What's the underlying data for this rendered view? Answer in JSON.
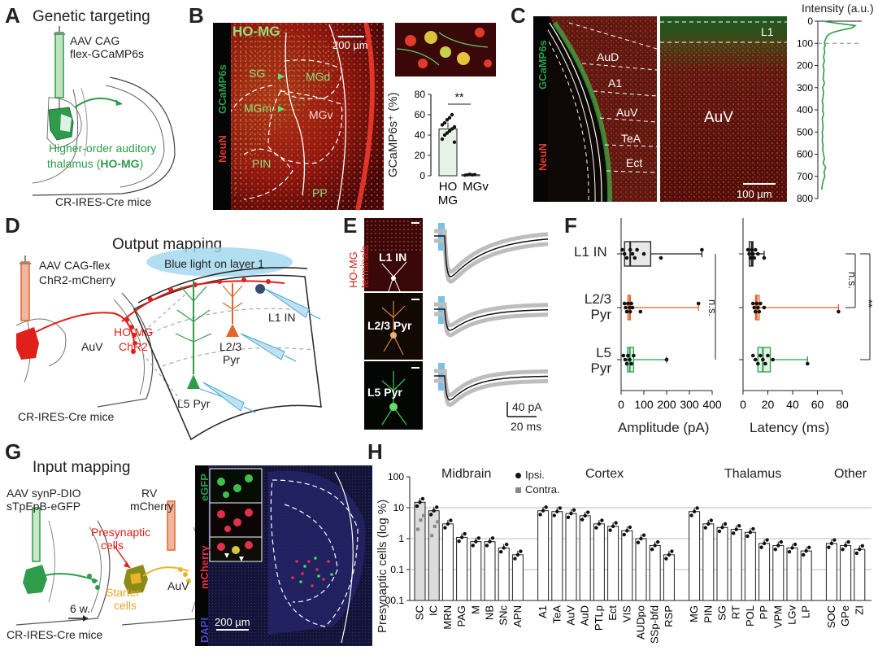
{
  "panel_letters": {
    "A": "A",
    "B": "B",
    "C": "C",
    "D": "D",
    "E": "E",
    "F": "F",
    "G": "G",
    "H": "H"
  },
  "panelA": {
    "title": "Genetic targeting",
    "virus_line1": "AAV CAG",
    "virus_line2": "flex-GCaMP6s",
    "target_line1": "Higher-order auditory",
    "target_line2_pre": "thalamus (",
    "target_line2_bold": "HO-MG",
    "target_line2_post": ")",
    "mouse": "CR-IRES-Cre mice",
    "colors": {
      "green": "#2e9c4a"
    }
  },
  "panelB": {
    "image_title": "HO-MG",
    "scale": "200 µm",
    "regions": [
      "SG",
      "MGd",
      "MGm",
      "MGv",
      "PIN",
      "PP"
    ],
    "side_label_top": "GCaMP6s",
    "side_label_bottom": "NeuN",
    "sig": "**"
  },
  "panelC": {
    "side_label_top": "GCaMP6s",
    "side_label_bottom": "NeuN",
    "areas": [
      "AuD",
      "A1",
      "AuV",
      "TeA",
      "Ect"
    ],
    "zoom_area": "AuV",
    "layer": "L1",
    "scale": "100 µm",
    "intensity_title": "Intensity (a.u.)"
  },
  "panelD": {
    "title": "Output mapping",
    "virus_line1": "AAV CAG-flex",
    "virus_line2": "ChR2-mCherry",
    "area": "AuV",
    "mouse": "CR-IRES-Cre mice",
    "light": "Blue light on layer 1",
    "source_line1": "HO-MG",
    "source_line2": "ChR2",
    "cell_l1": "L1 IN",
    "cell_l23_line1": "L2/3",
    "cell_l23_line2": "Pyr",
    "cell_l5": "L5 Pyr"
  },
  "panelE": {
    "terminals_line1": "HO-MG",
    "terminals_line2": "terminals",
    "cells": [
      "L1 IN",
      "L2/3 Pyr",
      "L5 Pyr"
    ],
    "scale_y": "40 pA",
    "scale_x": "20 ms"
  },
  "panelF": {
    "rows": [
      {
        "label1": "L1 IN",
        "label2": ""
      },
      {
        "label1": "L2/3",
        "label2": "Pyr"
      },
      {
        "label1": "L5",
        "label2": "Pyr"
      }
    ],
    "amp_xlabel": "Amplitude (pA)",
    "lat_xlabel": "Latency (ms)",
    "amp_ticks": [
      "0",
      "100",
      "200",
      "300",
      "400"
    ],
    "lat_ticks": [
      "0",
      "20",
      "40",
      "60",
      "80"
    ],
    "sig_amp": "n.s.",
    "sig_lat1": "n.s.",
    "sig_lat2": "**",
    "colors": {
      "l1": "#222222",
      "l23": "#e0662a",
      "l5": "#2e9c4a"
    }
  },
  "panelG": {
    "title": "Input mapping",
    "virus_line1": "AAV synP-DIO",
    "virus_line2": "sTpEpB-eGFP",
    "rv_line1": "RV",
    "rv_line2": "mCherry",
    "presyn_line1": "Presynaptic",
    "presyn_line2": "cells",
    "starter_line1": "Starter",
    "starter_line2": "cells",
    "delay": "6 w.",
    "area": "AuV",
    "mouse": "CR-IRES-Cre mice",
    "chan_egfp": "eGFP",
    "chan_mcherry": "mCherry",
    "chan_dapi": "DAPI",
    "scale": "200 µm"
  },
  "chart_data": [
    {
      "id": "B-bar",
      "type": "bar",
      "categories": [
        "HO MG",
        "MGv"
      ],
      "values": [
        46,
        1
      ],
      "ylabel": "GCaMP6s⁺ (%)",
      "ylim": [
        0,
        80
      ],
      "yticks": [
        "0",
        "20",
        "40",
        "60",
        "80"
      ],
      "sig": "**"
    },
    {
      "id": "C-profile",
      "type": "line",
      "title": "Intensity (a.u.)",
      "y_ticks": [
        "0",
        "100",
        "200",
        "300",
        "400",
        "500",
        "600",
        "700",
        "800"
      ],
      "ylim": [
        0,
        800
      ],
      "dashed_line_at": 100,
      "depth": [
        0,
        10,
        20,
        30,
        40,
        50,
        60,
        70,
        80,
        90,
        100,
        110,
        120,
        140,
        160,
        180,
        200,
        220,
        240,
        260,
        280,
        300,
        320,
        340,
        360,
        380,
        400,
        420,
        440,
        460,
        480,
        500,
        520,
        540,
        560,
        580,
        600,
        620,
        640,
        660,
        680,
        700,
        720,
        740,
        760
      ],
      "intensity": [
        0.12,
        0.45,
        0.85,
        0.78,
        0.55,
        0.35,
        0.25,
        0.2,
        0.18,
        0.16,
        0.15,
        0.17,
        0.14,
        0.16,
        0.13,
        0.15,
        0.12,
        0.14,
        0.13,
        0.12,
        0.15,
        0.11,
        0.13,
        0.12,
        0.1,
        0.12,
        0.11,
        0.13,
        0.1,
        0.11,
        0.12,
        0.1,
        0.11,
        0.1,
        0.12,
        0.11,
        0.13,
        0.15,
        0.12,
        0.18,
        0.14,
        0.16,
        0.12,
        0.1,
        0.09
      ]
    },
    {
      "id": "F-amplitude",
      "type": "scatter",
      "xlabel": "Amplitude (pA)",
      "xlim": [
        0,
        400
      ],
      "groups": [
        {
          "name": "L1 IN",
          "q1": 15,
          "median": 40,
          "q3": 130,
          "whisker_low": 0,
          "whisker_high": 355,
          "points": [
            5,
            15,
            25,
            40,
            50,
            60,
            70,
            100,
            175,
            355
          ]
        },
        {
          "name": "L2/3 Pyr",
          "q1": 30,
          "median": 38,
          "q3": 40,
          "whisker_low": 15,
          "whisker_high": 340,
          "points": [
            15,
            20,
            25,
            30,
            38,
            40,
            45,
            50,
            85,
            340
          ]
        },
        {
          "name": "L5 Pyr",
          "q1": 28,
          "median": 38,
          "q3": 55,
          "whisker_low": 10,
          "whisker_high": 200,
          "points": [
            10,
            18,
            25,
            30,
            38,
            45,
            55,
            200
          ]
        }
      ]
    },
    {
      "id": "F-latency",
      "type": "scatter",
      "xlabel": "Latency (ms)",
      "xlim": [
        0,
        80
      ],
      "groups": [
        {
          "name": "L1 IN",
          "q1": 5,
          "median": 7,
          "q3": 8,
          "whisker_low": 4,
          "whisker_high": 17,
          "points": [
            4,
            5,
            6,
            7,
            8,
            9,
            10,
            12,
            17
          ]
        },
        {
          "name": "L2/3 Pyr",
          "q1": 10,
          "median": 11,
          "q3": 13,
          "whisker_low": 8,
          "whisker_high": 77,
          "points": [
            8,
            9,
            10,
            11,
            12,
            13,
            14,
            17,
            77
          ]
        },
        {
          "name": "L5 Pyr",
          "q1": 12,
          "median": 16,
          "q3": 22,
          "whisker_low": 8,
          "whisker_high": 52,
          "points": [
            8,
            10,
            12,
            14,
            16,
            18,
            20,
            24,
            52
          ]
        }
      ]
    },
    {
      "id": "H-bar",
      "type": "bar",
      "ylabel": "Presynaptic cells (log %)",
      "yscale": "log",
      "ylim": [
        0.01,
        100
      ],
      "yticks": [
        "00.1",
        "0.1",
        "1",
        "10",
        "100"
      ],
      "groups": [
        "Midbrain",
        "Cortex",
        "Thalamus",
        "Other"
      ],
      "legend": [
        "Ipsi.",
        "Contra."
      ],
      "categories": [
        "SC",
        "IC",
        "MRN",
        "PAG",
        "M",
        "NB",
        "SNc",
        "APN",
        "A1",
        "TeA",
        "AuV",
        "AuD",
        "PTLp",
        "Ect",
        "VIS",
        "AUDpo",
        "SSp-bfd",
        "RSP",
        "MG",
        "PIN",
        "SG",
        "RT",
        "POL",
        "PP",
        "VPM",
        "LGv",
        "LP",
        "SOC",
        "GPe",
        "ZI"
      ],
      "category_group": [
        0,
        0,
        0,
        0,
        0,
        0,
        0,
        0,
        1,
        1,
        1,
        1,
        1,
        1,
        1,
        1,
        1,
        1,
        2,
        2,
        2,
        2,
        2,
        2,
        2,
        2,
        2,
        3,
        3,
        3
      ],
      "contra_categories": [
        "SC",
        "IC"
      ],
      "values": [
        15,
        8,
        3,
        1.1,
        0.8,
        0.8,
        0.5,
        0.3,
        8,
        7.5,
        6.5,
        5.5,
        3,
        2.5,
        1.8,
        1,
        0.6,
        0.3,
        7.5,
        3,
        2.3,
        2,
        1.6,
        0.7,
        0.6,
        0.5,
        0.4,
        0.7,
        0.6,
        0.45
      ],
      "contra_values": [
        4,
        2.5
      ]
    }
  ]
}
